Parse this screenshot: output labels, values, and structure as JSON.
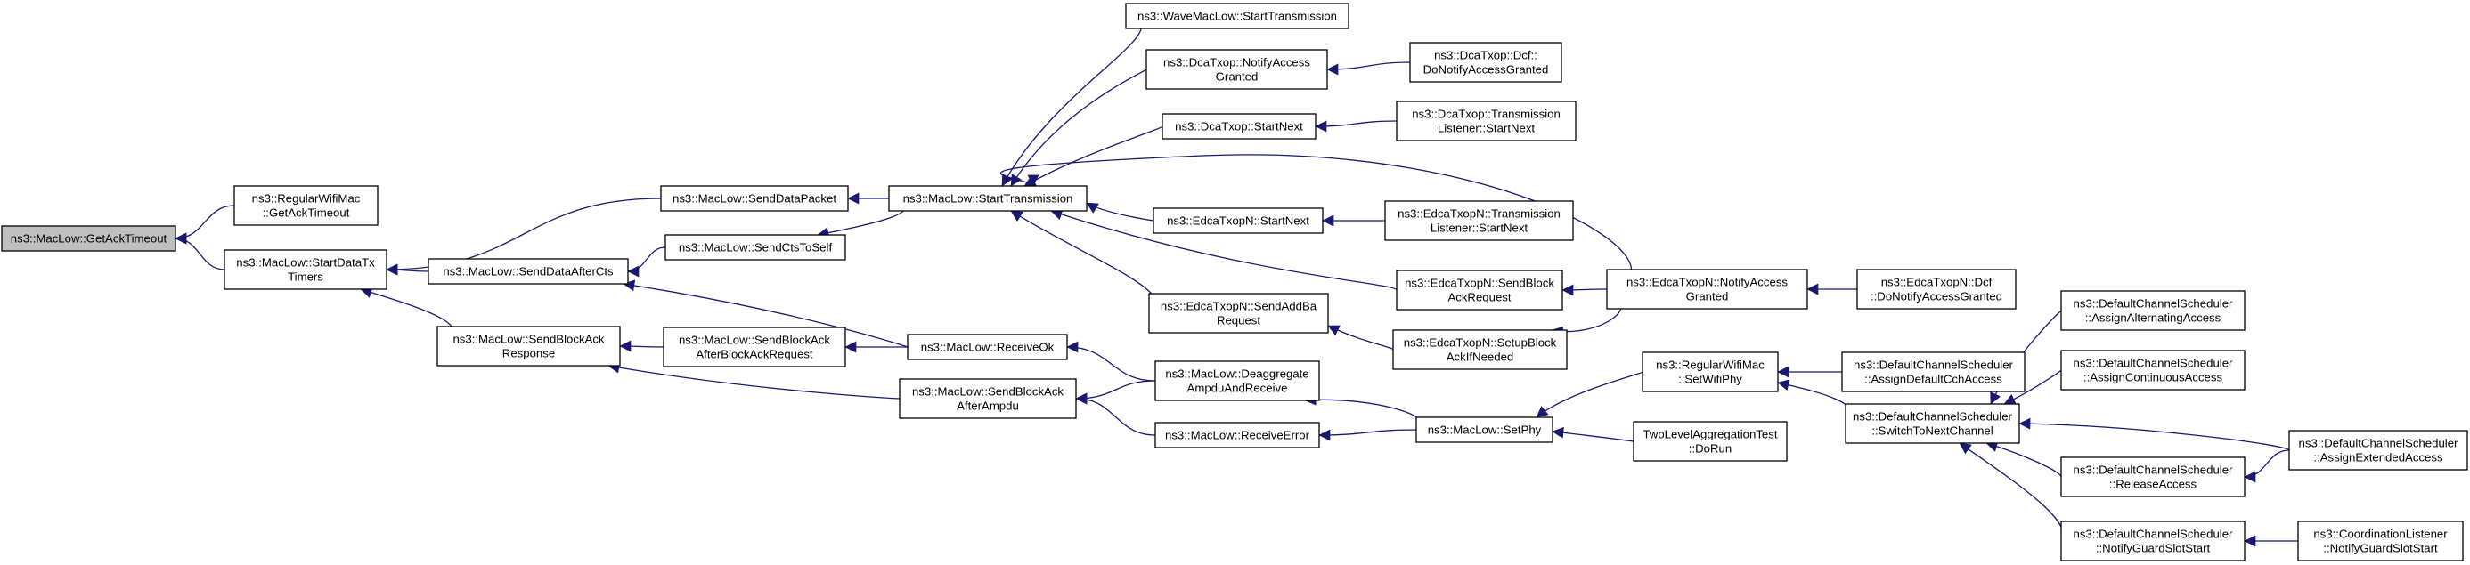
{
  "colors": {
    "edge": "#191970",
    "root_fill": "#bfbfbf",
    "node_fill": "#ffffff",
    "node_border": "#000000"
  },
  "nodes": {
    "get_ack_timeout": {
      "lines": [
        "ns3::MacLow::GetAckTimeout"
      ]
    },
    "regular_get_ack_timeout": {
      "lines": [
        "ns3::RegularWifiMac",
        "::GetAckTimeout"
      ]
    },
    "start_data_tx_timers": {
      "lines": [
        "ns3::MacLow::StartDataTx",
        "Timers"
      ]
    },
    "send_data_packet": {
      "lines": [
        "ns3::MacLow::SendDataPacket"
      ]
    },
    "send_data_after_cts": {
      "lines": [
        "ns3::MacLow::SendDataAfterCts"
      ]
    },
    "send_block_ack_response": {
      "lines": [
        "ns3::MacLow::SendBlockAck",
        "Response"
      ]
    },
    "send_cts_to_self": {
      "lines": [
        "ns3::MacLow::SendCtsToSelf"
      ]
    },
    "send_block_ack_after_bar": {
      "lines": [
        "ns3::MacLow::SendBlockAck",
        "AfterBlockAckRequest"
      ]
    },
    "send_block_ack_after_ampdu": {
      "lines": [
        "ns3::MacLow::SendBlockAck",
        "AfterAmpdu"
      ]
    },
    "start_transmission": {
      "lines": [
        "ns3::MacLow::StartTransmission"
      ]
    },
    "receive_ok": {
      "lines": [
        "ns3::MacLow::ReceiveOk"
      ]
    },
    "deaggregate": {
      "lines": [
        "ns3::MacLow::Deaggregate",
        "AmpduAndReceive"
      ]
    },
    "receive_error": {
      "lines": [
        "ns3::MacLow::ReceiveError"
      ]
    },
    "wave_start_transmission": {
      "lines": [
        "ns3::WaveMacLow::StartTransmission"
      ]
    },
    "dca_notify_access_granted": {
      "lines": [
        "ns3::DcaTxop::NotifyAccess",
        "Granted"
      ]
    },
    "dca_start_next": {
      "lines": [
        "ns3::DcaTxop::StartNext"
      ]
    },
    "edca_start_next": {
      "lines": [
        "ns3::EdcaTxopN::StartNext"
      ]
    },
    "edca_send_addba": {
      "lines": [
        "ns3::EdcaTxopN::SendAddBa",
        "Request"
      ]
    },
    "dcf_do_notify": {
      "lines": [
        "ns3::DcaTxop::Dcf::",
        "DoNotifyAccessGranted"
      ]
    },
    "dca_listener_start_next": {
      "lines": [
        "ns3::DcaTxop::Transmission",
        "Listener::StartNext"
      ]
    },
    "edca_listener_start_next": {
      "lines": [
        "ns3::EdcaTxopN::Transmission",
        "Listener::StartNext"
      ]
    },
    "edca_send_block_ack_request": {
      "lines": [
        "ns3::EdcaTxopN::SendBlock",
        "AckRequest"
      ]
    },
    "edca_setup_block_ack": {
      "lines": [
        "ns3::EdcaTxopN::SetupBlock",
        "AckIfNeeded"
      ]
    },
    "edca_notify_access_granted": {
      "lines": [
        "ns3::EdcaTxopN::NotifyAccess",
        "Granted"
      ]
    },
    "edca_dcf_do_notify": {
      "lines": [
        "ns3::EdcaTxopN::Dcf",
        "::DoNotifyAccessGranted"
      ]
    },
    "set_phy": {
      "lines": [
        "ns3::MacLow::SetPhy"
      ]
    },
    "regular_set_wifi_phy": {
      "lines": [
        "ns3::RegularWifiMac",
        "::SetWifiPhy"
      ]
    },
    "two_level_do_run": {
      "lines": [
        "TwoLevelAggregationTest",
        "::DoRun"
      ]
    },
    "assign_default_cch": {
      "lines": [
        "ns3::DefaultChannelScheduler",
        "::AssignDefaultCchAccess"
      ]
    },
    "switch_to_next_channel": {
      "lines": [
        "ns3::DefaultChannelScheduler",
        "::SwitchToNextChannel"
      ]
    },
    "assign_alternating": {
      "lines": [
        "ns3::DefaultChannelScheduler",
        "::AssignAlternatingAccess"
      ]
    },
    "assign_continuous": {
      "lines": [
        "ns3::DefaultChannelScheduler",
        "::AssignContinuousAccess"
      ]
    },
    "release_access": {
      "lines": [
        "ns3::DefaultChannelScheduler",
        "::ReleaseAccess"
      ]
    },
    "notify_guard_slot_start": {
      "lines": [
        "ns3::DefaultChannelScheduler",
        "::NotifyGuardSlotStart"
      ]
    },
    "assign_extended": {
      "lines": [
        "ns3::DefaultChannelScheduler",
        "::AssignExtendedAccess"
      ]
    },
    "coord_notify_guard_slot_start": {
      "lines": [
        "ns3::CoordinationListener",
        "::NotifyGuardSlotStart"
      ]
    }
  },
  "edges": [
    [
      "regular_get_ack_timeout",
      "get_ack_timeout"
    ],
    [
      "start_data_tx_timers",
      "get_ack_timeout"
    ],
    [
      "send_data_packet",
      "start_data_tx_timers"
    ],
    [
      "send_data_after_cts",
      "start_data_tx_timers"
    ],
    [
      "send_block_ack_response",
      "start_data_tx_timers"
    ],
    [
      "start_transmission",
      "send_data_packet"
    ],
    [
      "send_cts_to_self",
      "send_data_after_cts"
    ],
    [
      "receive_ok",
      "send_data_after_cts"
    ],
    [
      "send_block_ack_after_bar",
      "send_block_ack_response"
    ],
    [
      "send_block_ack_after_ampdu",
      "send_block_ack_response"
    ],
    [
      "start_transmission",
      "send_cts_to_self"
    ],
    [
      "receive_ok",
      "send_block_ack_after_bar"
    ],
    [
      "deaggregate",
      "send_block_ack_after_ampdu"
    ],
    [
      "receive_error",
      "send_block_ack_after_ampdu"
    ],
    [
      "deaggregate",
      "receive_ok"
    ],
    [
      "wave_start_transmission",
      "start_transmission"
    ],
    [
      "dca_notify_access_granted",
      "start_transmission"
    ],
    [
      "dca_start_next",
      "start_transmission"
    ],
    [
      "edca_notify_access_granted",
      "start_transmission"
    ],
    [
      "edca_start_next",
      "start_transmission"
    ],
    [
      "edca_send_block_ack_request",
      "start_transmission"
    ],
    [
      "edca_send_addba",
      "start_transmission"
    ],
    [
      "dcf_do_notify",
      "dca_notify_access_granted"
    ],
    [
      "dca_listener_start_next",
      "dca_start_next"
    ],
    [
      "edca_listener_start_next",
      "edca_start_next"
    ],
    [
      "edca_notify_access_granted",
      "edca_send_block_ack_request"
    ],
    [
      "edca_setup_block_ack",
      "edca_send_addba"
    ],
    [
      "edca_notify_access_granted",
      "edca_setup_block_ack"
    ],
    [
      "edca_dcf_do_notify",
      "edca_notify_access_granted"
    ],
    [
      "set_phy",
      "deaggregate"
    ],
    [
      "set_phy",
      "receive_error"
    ],
    [
      "regular_set_wifi_phy",
      "set_phy"
    ],
    [
      "two_level_do_run",
      "set_phy"
    ],
    [
      "assign_default_cch",
      "regular_set_wifi_phy"
    ],
    [
      "switch_to_next_channel",
      "regular_set_wifi_phy"
    ],
    [
      "assign_alternating",
      "switch_to_next_channel"
    ],
    [
      "assign_continuous",
      "switch_to_next_channel"
    ],
    [
      "assign_extended",
      "switch_to_next_channel"
    ],
    [
      "release_access",
      "switch_to_next_channel"
    ],
    [
      "notify_guard_slot_start",
      "switch_to_next_channel"
    ],
    [
      "assign_extended",
      "release_access"
    ],
    [
      "coord_notify_guard_slot_start",
      "notify_guard_slot_start"
    ]
  ]
}
